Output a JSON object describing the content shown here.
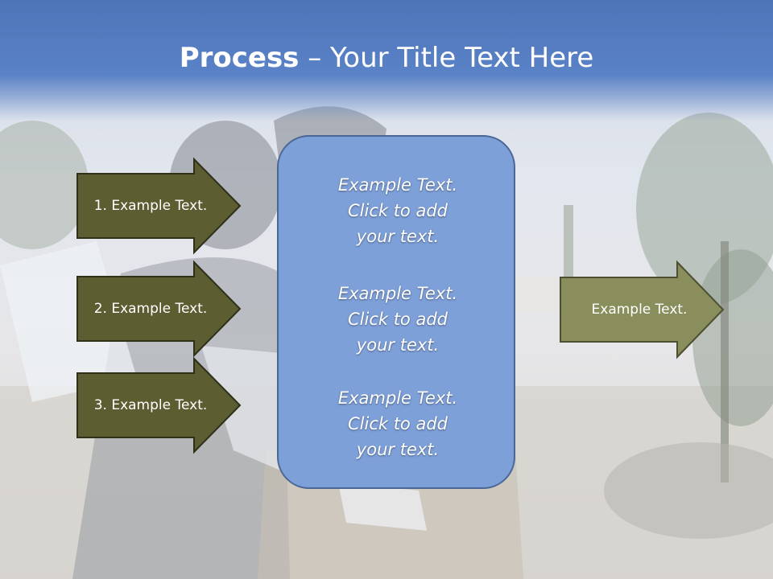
{
  "slide": {
    "title_bold": "Process",
    "title_rest": " – Your Title Text Here",
    "left_steps": [
      {
        "label": "1. Example Text."
      },
      {
        "label": "2. Example Text."
      },
      {
        "label": "3. Example Text."
      }
    ],
    "center_paragraphs": [
      {
        "line1": "Example Text.",
        "line2": "Click  to add",
        "line3": "your text."
      },
      {
        "line1": "Example Text.",
        "line2": "Click  to add",
        "line3": "your text."
      },
      {
        "line1": "Example Text.",
        "line2": "Click  to add",
        "line3": "your text."
      }
    ],
    "right_arrow": {
      "label": "Example Text."
    }
  },
  "colors": {
    "title_band": "#5a82c6",
    "left_arrow_fill": "#5c5e32",
    "right_arrow_fill": "#8a8d5c",
    "center_box_fill": "#7ea0d9",
    "center_box_border": "#4a6796"
  }
}
